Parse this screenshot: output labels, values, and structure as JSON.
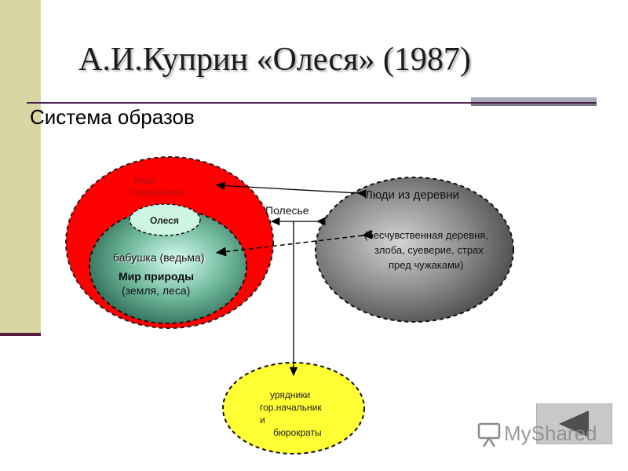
{
  "slide": {
    "title": "А.И.Куприн «Олеся» (1987)",
    "subtitle": "Система образов"
  },
  "diagram": {
    "ivan": [
      "Иван",
      "Тимофеевич"
    ],
    "olesya": "Олеся",
    "babushka": "бабушка (ведьма)",
    "nature_title": "Мир природы",
    "nature_sub": "(земля, леса)",
    "polesye": "Полесье",
    "village_title": "Люди из деревни",
    "village_desc": [
      "(бесчувственная деревня,",
      "злоба, суеверие, страх",
      "пред чужаками)"
    ],
    "officials": [
      "урядники",
      "гор.начальник",
      "и",
      "бюрократы"
    ]
  },
  "watermark": "MyShared",
  "colors": {
    "red": "#ff0000",
    "green": "#2e7d5e",
    "gray": "#5a5a5a",
    "yellow": "#ffff33"
  }
}
